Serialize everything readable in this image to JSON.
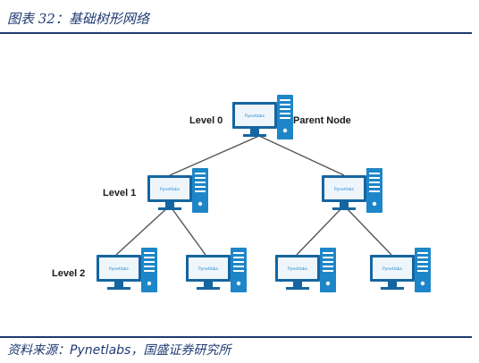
{
  "figure": {
    "title": "图表 32：基础树形网络"
  },
  "diagram": {
    "level_labels": [
      "Level 0",
      "Level 1",
      "Level 2"
    ],
    "parent_label": "Parent Node",
    "screen_brand": "Pynetlabs",
    "colors": {
      "accent": "#1e86c8",
      "accent_dark": "#1565a0",
      "line": "#555555",
      "title": "#1f3a70"
    }
  },
  "footer": {
    "source_prefix": "资料来源：",
    "source_brand": "Pynetlabs",
    "source_suffix": "，国盛证券研究所"
  }
}
